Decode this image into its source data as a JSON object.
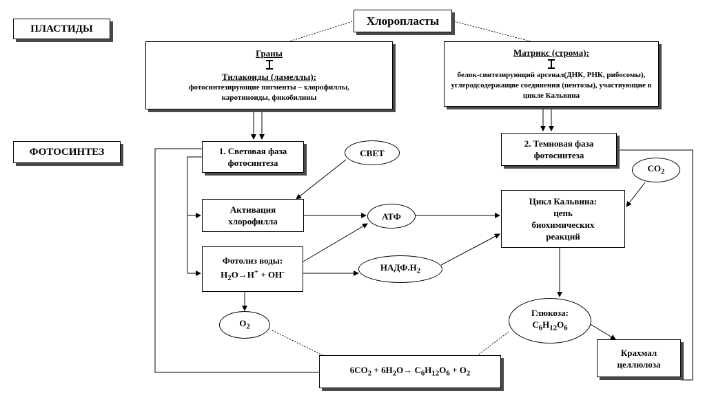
{
  "labels": {
    "plastids": "ПЛАСТИДЫ",
    "photosynthesis": "ФОТОСИНТЕЗ"
  },
  "chloroplasts": "Хлоропласты",
  "grana": {
    "title": "Граны",
    "subtitle": "Тилакоиды (ламеллы):",
    "text": "фотосинтезирующие пигменты – хлорофиллы, каротиноиды, фикобилины"
  },
  "matrix": {
    "title": "Матрикс (строма):",
    "text": "белок-синтезирующий арсенал(ДНК, РНК, рибосомы), углеродсодержащие соединения (пентозы), участвующие в цикле Кальвина"
  },
  "light_phase": "1. Световая фаза фотосинтеза",
  "dark_phase": "2. Темновая фаза фотосинтеза",
  "light": "СВЕТ",
  "activation": "Активация хлорофилла",
  "photolysis": {
    "title": "Фотолиз воды:",
    "h2o": "H",
    "h2o_sub": "2",
    "h2o_rest": "O→H",
    "h_sup": "+",
    "oh": " + OH",
    "oh_sup": "-"
  },
  "atp": "АТФ",
  "nadph": {
    "main": "НАДФ.H",
    "sub": "2"
  },
  "calvin": {
    "title": "Цикл Кальвина:",
    "text": "цепь биохимических реакций"
  },
  "co2": {
    "main": "CO",
    "sub": "2"
  },
  "o2": {
    "main": "O",
    "sub": "2"
  },
  "glucose": {
    "title": "Глюкоза:",
    "c": "C",
    "c_sub": "6",
    "h": "H",
    "h_sub": "12",
    "o": "O",
    "o_sub": "6"
  },
  "starch": {
    "line1": "Крахмал",
    "line2": "целлюлоза"
  },
  "equation": {
    "p1": "6CO",
    "s1": "2",
    "p2": " + 6H",
    "s2": "2",
    "p3": "O→ C",
    "s3": "6",
    "p4": "H",
    "s4": "12",
    "p5": "O",
    "s5": "6",
    "p6": " + O",
    "s6": "2"
  }
}
